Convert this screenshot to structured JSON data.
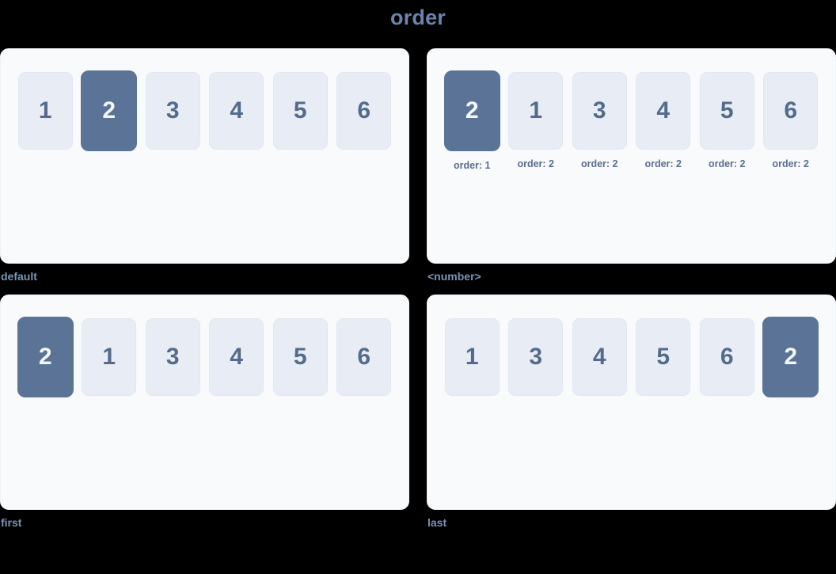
{
  "title": "order",
  "colors": {
    "background": "#000000",
    "title_text": "#6b84ab",
    "panel_bg": "#f8fafc",
    "panel_border": "#eef1f6",
    "item_bg": "#e8edf5",
    "item_text": "#546b8c",
    "item_highlight_bg": "#5b7396",
    "item_highlight_text": "#f3f6fa",
    "note_text": "#5b6e8e",
    "label_text": "#7c93b5"
  },
  "panels": [
    {
      "label": "default",
      "items": [
        {
          "value": "1",
          "highlighted": false,
          "note": ""
        },
        {
          "value": "2",
          "highlighted": true,
          "note": ""
        },
        {
          "value": "3",
          "highlighted": false,
          "note": ""
        },
        {
          "value": "4",
          "highlighted": false,
          "note": ""
        },
        {
          "value": "5",
          "highlighted": false,
          "note": ""
        },
        {
          "value": "6",
          "highlighted": false,
          "note": ""
        }
      ]
    },
    {
      "label": "<number>",
      "items": [
        {
          "value": "2",
          "highlighted": true,
          "note": "order: 1"
        },
        {
          "value": "1",
          "highlighted": false,
          "note": "order: 2"
        },
        {
          "value": "3",
          "highlighted": false,
          "note": "order: 2"
        },
        {
          "value": "4",
          "highlighted": false,
          "note": "order: 2"
        },
        {
          "value": "5",
          "highlighted": false,
          "note": "order: 2"
        },
        {
          "value": "6",
          "highlighted": false,
          "note": "order: 2"
        }
      ]
    },
    {
      "label": "first",
      "items": [
        {
          "value": "2",
          "highlighted": true,
          "note": ""
        },
        {
          "value": "1",
          "highlighted": false,
          "note": ""
        },
        {
          "value": "3",
          "highlighted": false,
          "note": ""
        },
        {
          "value": "4",
          "highlighted": false,
          "note": ""
        },
        {
          "value": "5",
          "highlighted": false,
          "note": ""
        },
        {
          "value": "6",
          "highlighted": false,
          "note": ""
        }
      ]
    },
    {
      "label": "last",
      "items": [
        {
          "value": "1",
          "highlighted": false,
          "note": ""
        },
        {
          "value": "3",
          "highlighted": false,
          "note": ""
        },
        {
          "value": "4",
          "highlighted": false,
          "note": ""
        },
        {
          "value": "5",
          "highlighted": false,
          "note": ""
        },
        {
          "value": "6",
          "highlighted": false,
          "note": ""
        },
        {
          "value": "2",
          "highlighted": true,
          "note": ""
        }
      ]
    }
  ]
}
